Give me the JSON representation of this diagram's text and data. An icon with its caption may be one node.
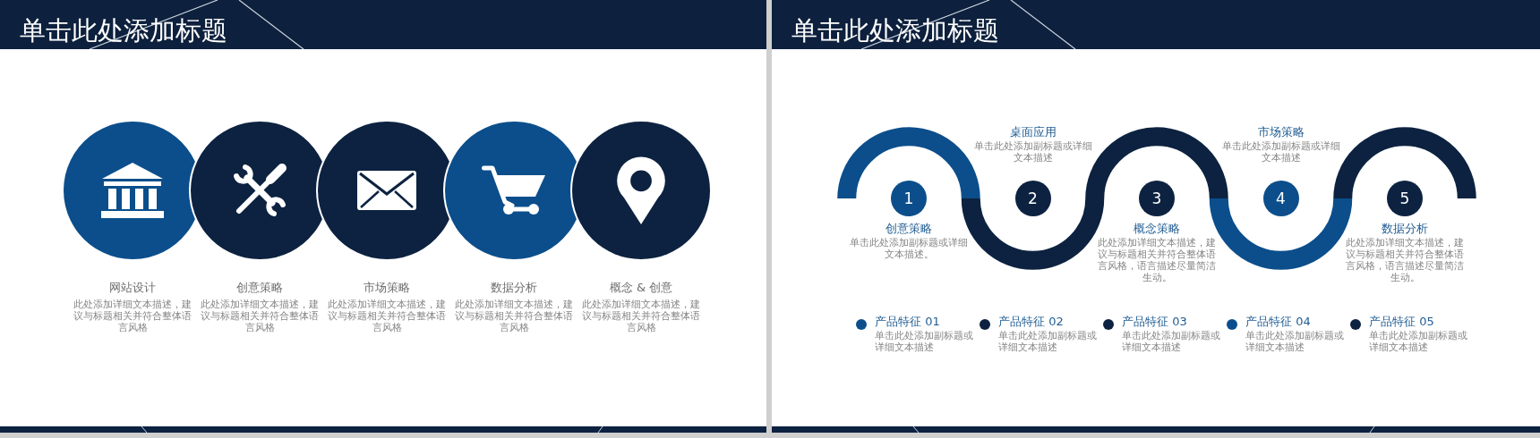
{
  "diagram": {
    "nodes": [
      {
        "text": [],
        "shape": "circle",
        "beside": [
          "网站设计",
          "此处添加详细文本描述，建议与标题相关并符合整体语言风格"
        ]
      },
      {
        "text": [],
        "shape": "circle",
        "beside": [
          "创意策略",
          "此处添加详细文本描述，建议与标题相关并符合整体语言风格"
        ]
      },
      {
        "text": [],
        "shape": "circle",
        "beside": [
          "市场策略",
          "此处添加详细文本描述，建议与标题相关并符合整体语言风格"
        ]
      },
      {
        "text": [],
        "shape": "circle",
        "beside": [
          "数据分析",
          "此处添加详细文本描述，建议与标题相关并符合整体语言风格"
        ]
      },
      {
        "text": [],
        "shape": "circle",
        "beside": [
          "概念 & 创意",
          "此处添加详细文本描述，建议与标题相关并符合整体语言风格"
        ]
      },
      {
        "text": [
          "1"
        ],
        "beside": [
          "创意策略",
          "单击此处添加副标题或详细文本描述。"
        ]
      },
      {
        "text": [
          "2"
        ],
        "beside": [
          "桌面应用",
          "单击此处添加副标题或详细文本描述"
        ]
      },
      {
        "text": [
          "3"
        ],
        "beside": [
          "概念策略",
          "此处添加详细文本描述，建议与标题相关并符合整体语言风格，语言描述尽量简洁生动。"
        ]
      },
      {
        "text": [
          "4"
        ],
        "beside": [
          "市场策略",
          "单击此处添加副标题或详细文本描述"
        ]
      },
      {
        "text": [
          "5"
        ],
        "beside": [
          "数据分析",
          "此处添加详细文本描述，建议与标题相关并符合整体语言风格，语言描述尽量简洁生动。"
        ]
      }
    ],
    "labels": [
      "单击此处添加标题",
      "单击此处添加标题",
      "产品特征 01",
      "单击此处添加副标题或详细文本描述",
      "产品特征 02",
      "单击此处添加副标题或详细文本描述",
      "产品特征 03",
      "单击此处添加副标题或详细文本描述",
      "产品特征 04",
      "单击此处添加副标题或详细文本描述",
      "产品特征 05",
      "单击此处添加副标题或详细文本描述"
    ]
  }
}
